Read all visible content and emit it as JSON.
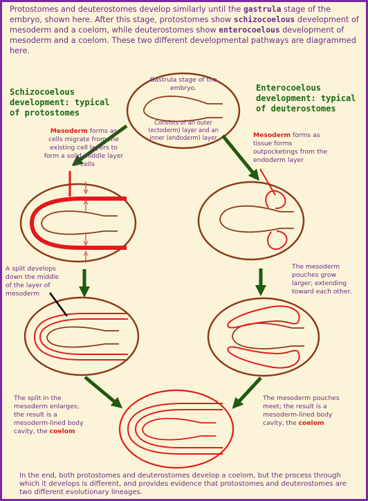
{
  "intro": {
    "t1": "Protostomes and deuterostomes develop similarly until the ",
    "k1": "gastrula",
    "t2": " stage of the embryo, shown here.  After this stage, protostomes show ",
    "k2": "schizocoelous",
    "t3": " development of mesoderm and a coelom, while deuterostomes show ",
    "k3": "enterocoelous",
    "t4": " development of mesoderm and a coelom.  These two different developmental pathways are diagrammed here."
  },
  "left_heading": [
    "Schizocoelous",
    "development: typical",
    "of protostomes"
  ],
  "right_heading": [
    "Enterocoelous",
    "development: typical",
    "of deuterostomes"
  ],
  "gastrula": {
    "label": "Gastrula stage of the embryo.",
    "layers": "Consists of an outer (ectoderm) layer and an inner (endoderm) layer"
  },
  "captions": {
    "schizo_mesoderm": {
      "red": "Mesoderm",
      "rest": " forms as cells migrate from the existing cell layers to form a solid middle layer of cells"
    },
    "entero_mesoderm": {
      "red": "Mesoderm",
      "rest": " forms as tissue forms outpocketings from the endoderm  layer"
    },
    "split": "A split develops down the middle of the layer of mesoderm",
    "pouches_grow": "The mesoderm pouches grow larger; extending toward each other.",
    "split_enlarges": {
      "pre": "The split in the mesoderm enlarges; the result is a mesoderm-lined body cavity, the ",
      "red": "coelom"
    },
    "pouches_meet": {
      "pre": "The mesoderm pouches meet; the result is a mesoderm-lined body cavity, the ",
      "red": "coelom"
    }
  },
  "conclusion": "In the end, both protostomes and deuterostomes develop a coelom, but the process through which it develops is different, and provides evidence that protostomes and deuterostomes are two different evolutionary lineages.",
  "colors": {
    "border": "#7a2aa0",
    "background": "#fcf4d8",
    "ectoderm": "#8a3a1c",
    "mesoderm": "#e21a1a",
    "arrow": "#1f5a10",
    "text": "#6a2a8a",
    "heading": "#1a6a14"
  }
}
